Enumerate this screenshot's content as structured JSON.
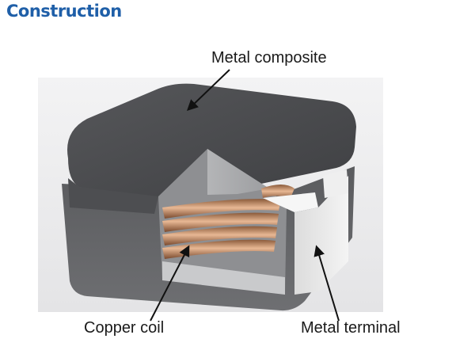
{
  "title": "Construction",
  "labels": {
    "metal_composite": "Metal composite",
    "copper_coil": "Copper coil",
    "metal_terminal": "Metal terminal"
  },
  "colors": {
    "title": "#1f5fa8",
    "body_dark": "#4a4b4d",
    "copper": "#c8956e",
    "terminal": "#e6e6e6"
  }
}
